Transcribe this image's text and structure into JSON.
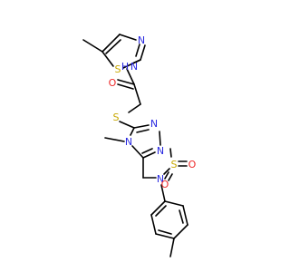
{
  "structure": {
    "colors": {
      "bond": "#000000",
      "N": "#2a2ae0",
      "O": "#ee2a2a",
      "S": "#c8a800",
      "background": "#ffffff"
    },
    "atoms": {
      "n_thiazole": "N",
      "s_thiazole": "S",
      "n_amide": "N",
      "h_amide": "H",
      "o_carbonyl": "O",
      "s_thioether": "S",
      "n_triazole_1": "N",
      "n_triazole_2": "N",
      "n_triazole_4": "N",
      "n_sulfonamide": "N",
      "s_sulfonyl": "S",
      "o_sulfonyl_1": "O",
      "o_sulfonyl_2": "O"
    }
  }
}
